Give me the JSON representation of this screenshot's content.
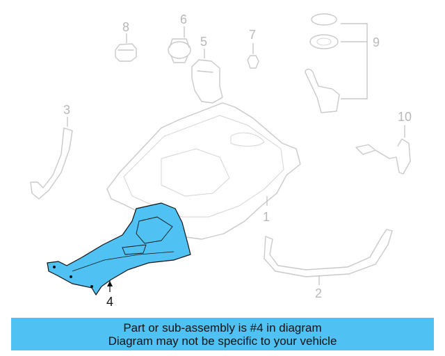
{
  "diagram": {
    "callouts": {
      "c1": "1",
      "c2": "2",
      "c3": "3",
      "c4": "4",
      "c5": "5",
      "c6": "6",
      "c7": "7",
      "c8": "8",
      "c9": "9",
      "c10": "10"
    },
    "highlight_color": "#4fc1f2",
    "highlighted_part": "4"
  },
  "banner": {
    "line1": "Part or sub-assembly is #4 in diagram",
    "line2": "Diagram may not be specific to your vehicle",
    "background": "#4fc1f2"
  }
}
